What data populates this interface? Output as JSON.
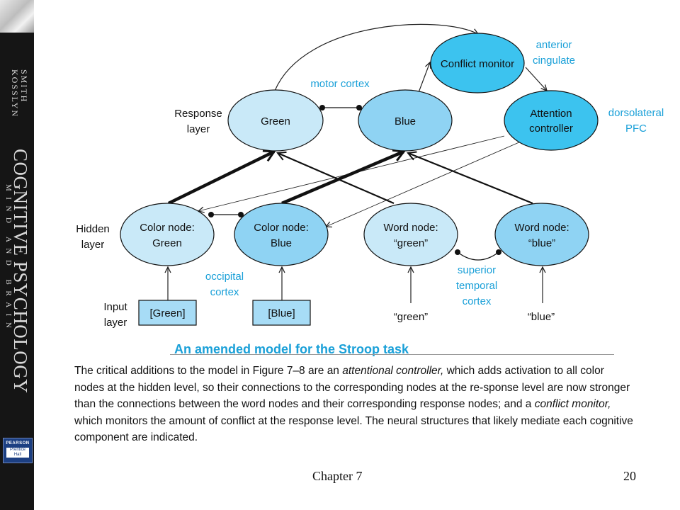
{
  "spine": {
    "authors_line1": "SMITH",
    "authors_line2": "KOSSLYN",
    "title": "COGNITIVE PSYCHOLOGY",
    "subtitle": "MIND AND BRAIN",
    "publisher": "PEARSON",
    "imprint_line1": "Prentice",
    "imprint_line2": "Hall"
  },
  "diagram": {
    "side_labels": {
      "response_line1": "Response",
      "response_line2": "layer",
      "hidden_line1": "Hidden",
      "hidden_line2": "layer",
      "input_line1": "Input",
      "input_line2": "layer"
    },
    "regions": {
      "motor_cortex": "motor cortex",
      "anterior_line1": "anterior",
      "anterior_line2": "cingulate",
      "dlpfc_line1": "dorsolateral",
      "dlpfc_line2": "PFC",
      "occipital_line1": "occipital",
      "occipital_line2": "cortex",
      "superior_line1": "superior",
      "superior_line2": "temporal",
      "superior_line3": "cortex"
    },
    "nodes": {
      "conflict_monitor": "Conflict monitor",
      "response_green": "Green",
      "response_blue": "Blue",
      "attention_line1": "Attention",
      "attention_line2": "controller",
      "color_green_line1": "Color node:",
      "color_green_line2": "Green",
      "color_blue_line1": "Color node:",
      "color_blue_line2": "Blue",
      "word_green_line1": "Word node:",
      "word_green_line2": "“green”",
      "word_blue_line1": "Word node:",
      "word_blue_line2": "“blue”"
    },
    "inputs": {
      "green_box": "[Green]",
      "blue_box": "[Blue]",
      "green_word": "“green”",
      "blue_word": "“blue”"
    },
    "colors": {
      "light_node": "#c9e9f8",
      "mid_node": "#8fd3f3",
      "dark_node": "#3cc3ef",
      "input_box": "#a7dcf6",
      "region_text": "#1aa0d8"
    }
  },
  "figure": {
    "title": "An amended model for the Stroop task",
    "caption_part1": "The critical additions to the model in Figure 7–8 are an ",
    "caption_em1": "attentional controller,",
    "caption_part2": " which adds activation to all color nodes at the hidden level, so their connections to the corresponding nodes at the re-sponse level are now stronger than the connections between the word nodes and their corresponding response nodes; and a ",
    "caption_em2": "conflict monitor,",
    "caption_part3": " which monitors the amount of conflict at the response level. The neural structures that likely mediate each cognitive component are indicated."
  },
  "footer": {
    "chapter": "Chapter 7",
    "page": "20"
  }
}
